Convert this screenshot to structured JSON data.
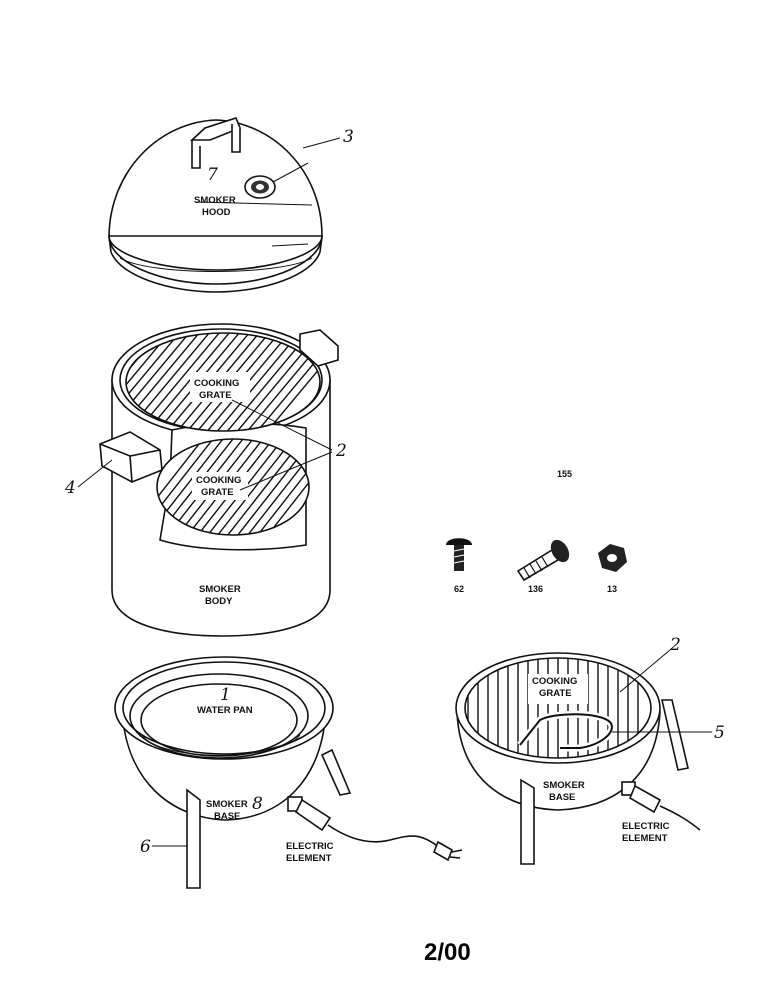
{
  "parts": {
    "smoker_hood": {
      "number": "7",
      "line1": "SMOKER",
      "line2": "HOOD",
      "callout": "3"
    },
    "smoker_body": {
      "line1": "SMOKER",
      "line2": "BODY",
      "callout_handle": "4"
    },
    "cooking_grate_upper": {
      "line1": "COOKING",
      "line2": "GRATE"
    },
    "cooking_grate_lower": {
      "line1": "COOKING",
      "line2": "GRATE",
      "callout": "2"
    },
    "water_pan": {
      "number": "1",
      "label": "WATER PAN"
    },
    "smoker_base_left": {
      "line1": "SMOKER",
      "marker": "8",
      "line2": "BASE",
      "callout_leg": "6"
    },
    "electric_element_left": {
      "line1": "ELECTRIC",
      "line2": "ELEMENT"
    },
    "cooking_grate_right": {
      "line1": "COOKING",
      "line2": "GRATE",
      "callout": "2"
    },
    "smoker_base_right": {
      "line1": "SMOKER",
      "line2": "BASE",
      "callout_element": "5"
    },
    "electric_element_right": {
      "line1": "ELECTRIC",
      "line2": "ELEMENT"
    },
    "gasket": {
      "number": "155"
    },
    "bolt": {
      "number": "62"
    },
    "screw": {
      "number": "136"
    },
    "nut": {
      "number": "13"
    }
  },
  "footer": {
    "date_code": "2/00"
  }
}
